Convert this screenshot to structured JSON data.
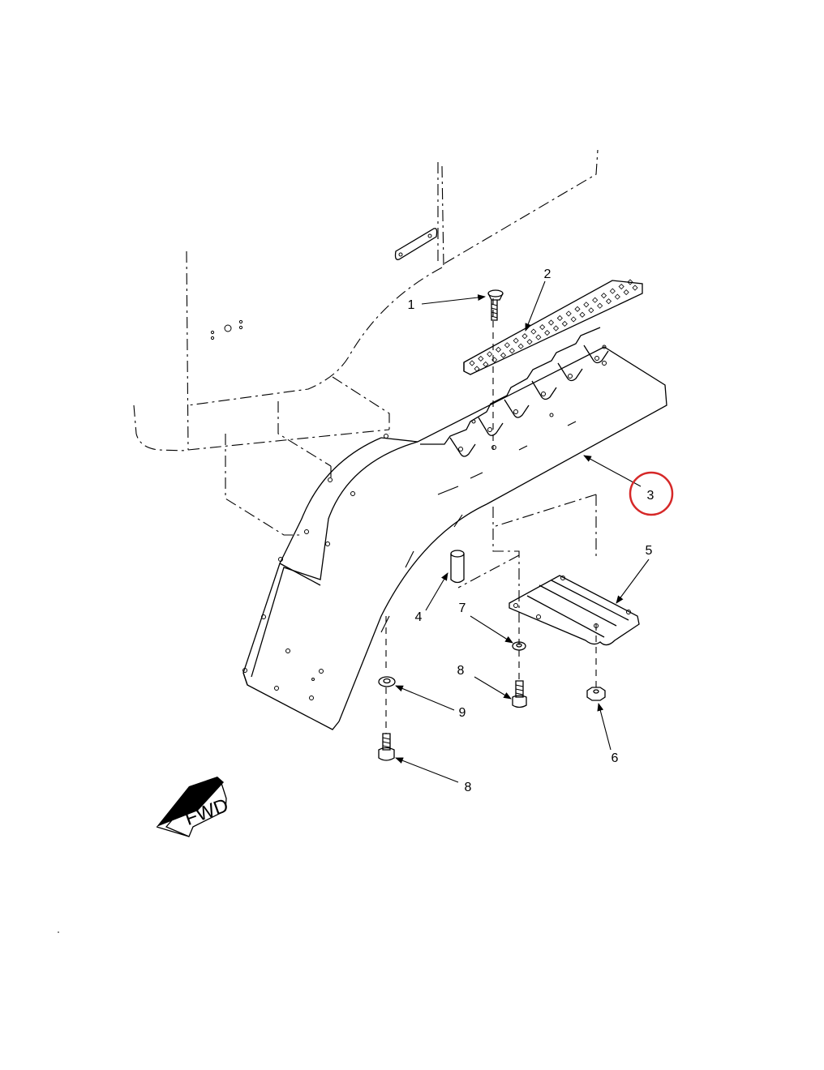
{
  "callouts": [
    {
      "id": "c1",
      "label": "1"
    },
    {
      "id": "c2",
      "label": "2"
    },
    {
      "id": "c3",
      "label": "3"
    },
    {
      "id": "c4",
      "label": "4"
    },
    {
      "id": "c5",
      "label": "5"
    },
    {
      "id": "c6",
      "label": "6"
    },
    {
      "id": "c7",
      "label": "7"
    },
    {
      "id": "c8a",
      "label": "8"
    },
    {
      "id": "c8b",
      "label": "8"
    },
    {
      "id": "c9",
      "label": "9"
    }
  ],
  "fwd_label": "FWD",
  "highlight": {
    "callout": "3",
    "color": "#d62828"
  }
}
